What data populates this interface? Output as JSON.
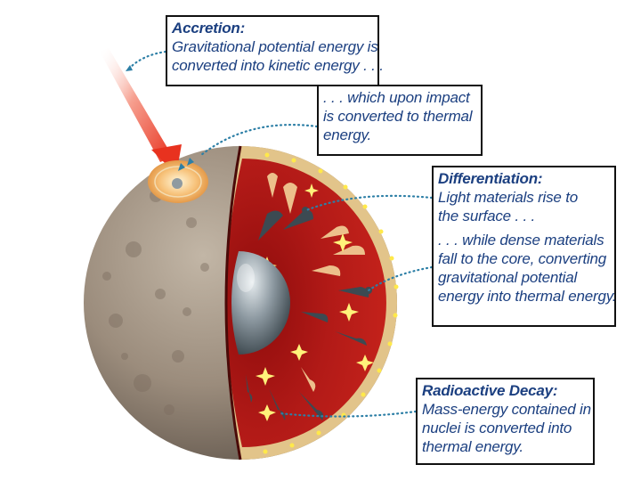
{
  "accretion": {
    "title": "Accretion:",
    "lines": [
      "Gravitational potential energy is",
      "converted into kinetic energy . . ."
    ]
  },
  "impact": {
    "lines": [
      ". . . which upon impact",
      "is converted to thermal",
      "energy."
    ]
  },
  "differentiation": {
    "title": "Differentiation:",
    "lines_a": [
      "Light materials rise to",
      "the surface . . ."
    ],
    "lines_b": [
      ". . . while dense materials",
      "fall to the core, converting",
      "gravitational potential",
      "energy into thermal energy."
    ]
  },
  "radioactive_decay": {
    "title": "Radioactive Decay:",
    "lines": [
      "Mass-energy contained in",
      "nuclei is converted into",
      "thermal energy."
    ]
  },
  "colors": {
    "text": "#1b3f80",
    "mantle": "#b01818",
    "crust": "#e2c48a",
    "core": "#7d8a92",
    "surface": "#9a8b7b",
    "leader": "#2d7fa6",
    "meteor": "#e8321f"
  }
}
